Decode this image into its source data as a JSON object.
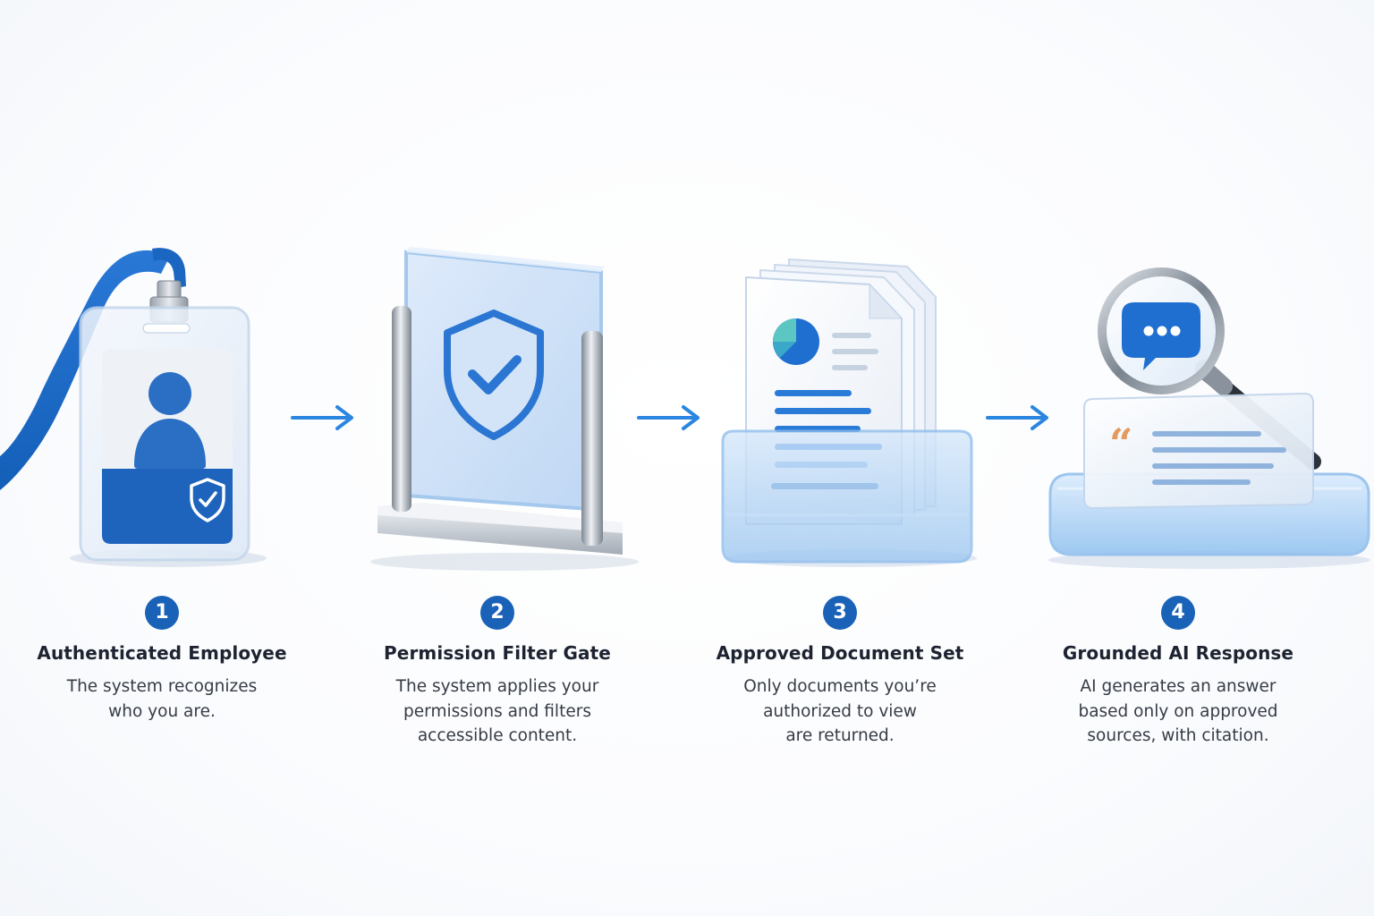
{
  "colors": {
    "primary_blue": "#1f6fd0",
    "badge_blue": "#1a62b8",
    "arrow_blue": "#2b86e0",
    "accent_orange": "#e39a5e",
    "title_text": "#1d2330",
    "body_text": "#363c46"
  },
  "steps": [
    {
      "number": "1",
      "title": "Authenticated Employee",
      "description": [
        "The system recognizes",
        "who you are."
      ],
      "icon": "id-badge-icon"
    },
    {
      "number": "2",
      "title": "Permission Filter Gate",
      "description": [
        "The system applies your",
        "permissions and filters",
        "accessible content."
      ],
      "icon": "shield-gate-icon"
    },
    {
      "number": "3",
      "title": "Approved Document Set",
      "description": [
        "Only documents you’re",
        "authorized to view",
        "are returned."
      ],
      "icon": "document-tray-icon"
    },
    {
      "number": "4",
      "title": "Grounded AI Response",
      "description": [
        "AI generates an answer",
        "based only on approved",
        "sources, with citation."
      ],
      "icon": "magnifier-quote-icon"
    }
  ],
  "connectors": [
    "arrow-right-icon",
    "arrow-right-icon",
    "arrow-right-icon"
  ]
}
